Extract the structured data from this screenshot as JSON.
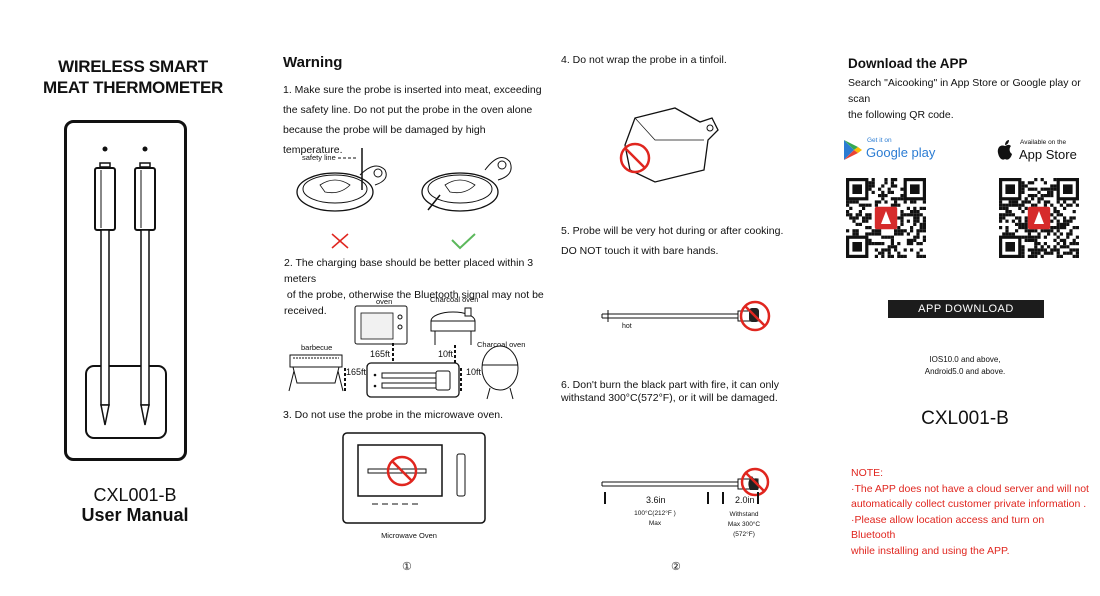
{
  "left": {
    "title_line1": "WIRELESS SMART",
    "title_line2": "MEAT THERMOMETER",
    "model": "CXL001-B",
    "manual": "User Manual"
  },
  "warning": {
    "heading": "Warning",
    "item1_line1": "1. Make sure the probe is inserted into meat, exceeding",
    "item1_line2": "the safety line. Do not put the probe in the oven alone",
    "item1_line3": "because the probe will be damaged by high temperature.",
    "safety_line_label": "safety line",
    "item2_line1": "2. The charging base should be better placed within 3 meters",
    "item2_line2": " of the probe, otherwise the Bluetooth signal may not be",
    "item2_line3": "received.",
    "oven_label": "oven",
    "charcoal_oven_label": "Charcoal oven",
    "charcoal_oven_label2": "Charcoal oven",
    "barbecue_label": "barbecue",
    "dist_165_top": "165ft",
    "dist_10_top": "10ft",
    "dist_165_left": "165ft",
    "dist_10_right": "10ft",
    "item3": "3.  Do not use the probe in the microwave oven.",
    "microwave_label": "Microwave Oven",
    "page_1": "①"
  },
  "middle": {
    "item4": "4.  Do not wrap the probe in a tinfoil.",
    "item5_line1": "5.  Probe will be very hot during or after cooking.",
    "item5_line2": "DO NOT touch it with bare hands.",
    "hot_label": "hot",
    "item6_line1": "6.  Don't burn the black part with fire, it can only",
    "item6_line2": "withstand 300°C(572°F), or it will be damaged.",
    "len_1": "3.6in",
    "len_2": "2.0in",
    "max_temp": "100°C(212°F )",
    "max_label": "Max",
    "withstand_1": "Withstand",
    "withstand_2": "Max 300°C",
    "withstand_3": "(572°F)",
    "page_2": "②"
  },
  "right": {
    "heading": "Download the APP",
    "text_line1": "Search \"Aicooking\" in App Store or Google play or scan",
    "text_line2": "the following QR code.",
    "google_small": "Get it on",
    "google_big": "Google play",
    "apple_small": "Available on the",
    "apple_big": "App Store",
    "button": "APP DOWNLOAD",
    "req_line1": "IOS10.0 and above,",
    "req_line2": "Android5.0 and above.",
    "model": "CXL001-B",
    "note_head": "NOTE:",
    "note_1": "·The APP does not have a cloud server and will not",
    "note_2": "automatically collect customer private information .",
    "note_3": "·Please allow location access and turn on Bluetooth",
    "note_4": "while installing and using the APP."
  },
  "colors": {
    "accent_red": "#e0261f",
    "check_green": "#5cb85c",
    "google_blue": "#2b7cd3"
  }
}
